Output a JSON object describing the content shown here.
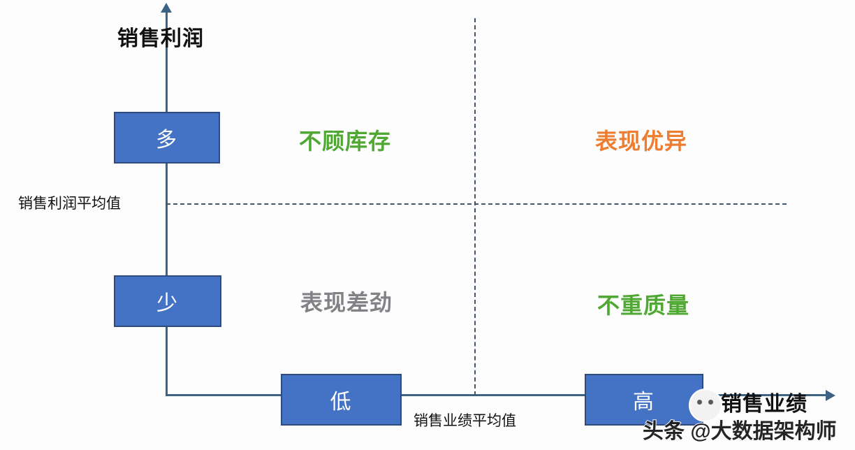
{
  "chart_data": {
    "type": "scatter",
    "title": "",
    "xlabel": "销售业绩",
    "ylabel": "销售利润",
    "grid": false,
    "legend": "none",
    "axes": {
      "y_axis_label": "销售利润",
      "x_axis_label": "销售业绩",
      "y_mean_caption": "销售利润平均值",
      "x_mean_caption": "销售业绩平均值",
      "y_levels": [
        "多",
        "少"
      ],
      "x_levels": [
        "低",
        "高"
      ]
    },
    "quadrants": [
      {
        "id": "top-left",
        "label": "不顾库存",
        "color": "#4FA832",
        "y_level": "多",
        "x_level": "低"
      },
      {
        "id": "top-right",
        "label": "表现优异",
        "color": "#ED7D31",
        "y_level": "多",
        "x_level": "高"
      },
      {
        "id": "bottom-left",
        "label": "表现差劲",
        "color": "#808285",
        "y_level": "少",
        "x_level": "低"
      },
      {
        "id": "bottom-right",
        "label": "不重质量",
        "color": "#4FA832",
        "y_level": "少",
        "x_level": "高"
      }
    ]
  },
  "axis": {
    "y_title": "销售利润",
    "x_title": "销售业绩"
  },
  "mean_lines": {
    "y_caption": "销售利润平均值",
    "x_caption": "销售业绩平均值"
  },
  "boxes": {
    "many": "多",
    "few": "少",
    "low": "低",
    "high": "高"
  },
  "quadrant_labels": {
    "top_left": "不顾库存",
    "top_right": "表现优异",
    "bottom_left": "表现差劲",
    "bottom_right": "不重质量"
  },
  "colors": {
    "box_fill": "#4472C4",
    "box_border": "#2F4A7D",
    "axis": "#3D6384",
    "dash": "#44546A",
    "green": "#4FA832",
    "orange": "#ED7D31",
    "gray": "#808285"
  },
  "watermark": {
    "text": "头条 @大数据架构师"
  }
}
